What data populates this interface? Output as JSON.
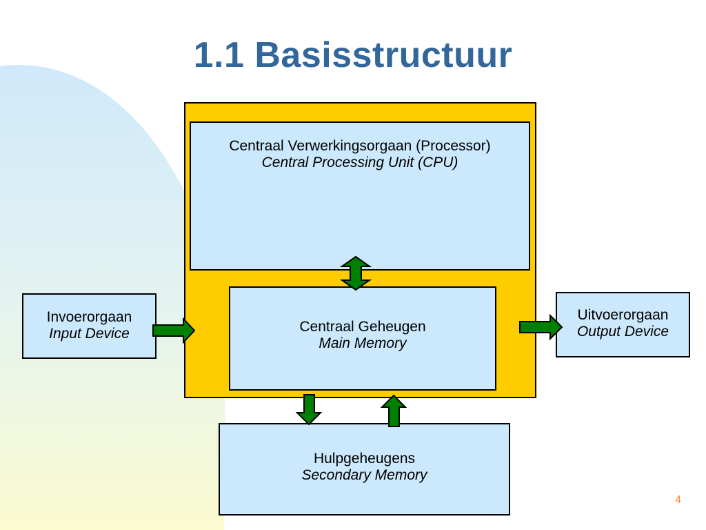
{
  "slide": {
    "title": "1.1 Basisstructuur",
    "page_number": "4"
  },
  "diagram": {
    "cpu": {
      "label": "Centraal Verwerkingsorgaan (Processor)",
      "sublabel": "Central Processing Unit (CPU)"
    },
    "main_memory": {
      "label": "Centraal Geheugen",
      "sublabel": "Main Memory"
    },
    "input_device": {
      "label": "Invoerorgaan",
      "sublabel": "Input Device"
    },
    "output_device": {
      "label": "Uitvoerorgaan",
      "sublabel": "Output Device"
    },
    "secondary_memory": {
      "label": "Hulpgeheugens",
      "sublabel": "Secondary Memory"
    }
  },
  "colors": {
    "title": "#336699",
    "box_fill": "#cce8fc",
    "frame_fill": "#ffcc00",
    "arrow_fill": "#008000",
    "page_number": "#ff8a33"
  }
}
